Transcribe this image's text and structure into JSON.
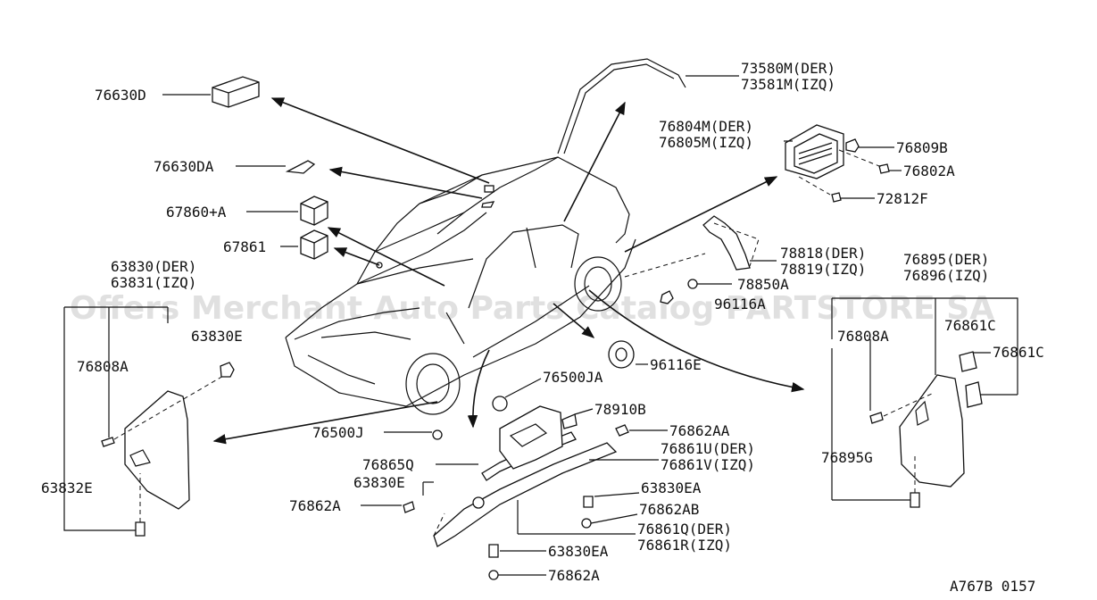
{
  "watermark": "Offers Merchant Auto Parts Catalog PARTSTORE SA",
  "diagram_code": "A767B 0157",
  "labels": {
    "p73580M": "73580M(DER)",
    "p73581M": "73581M(IZQ)",
    "p76630D": "76630D",
    "p76804M": "76804M(DER)",
    "p76805M": "76805M(IZQ)",
    "p76809B": "76809B",
    "p76802A": "76802A",
    "p72812F": "72812F",
    "p76630DA": "76630DA",
    "p67860A": "67860+A",
    "p67861": "67861",
    "p78818": "78818(DER)",
    "p78819": "78819(IZQ)",
    "p76895_der": "76895(DER)",
    "p76896": "76896(IZQ)",
    "p63830": "63830(DER)",
    "p63831": "63831(IZQ)",
    "p78850A": "78850A",
    "p96116A": "96116A",
    "p63830E_left": "63830E",
    "p76808A_left": "76808A",
    "p76808A_right": "76808A",
    "p76861C_a": "76861C",
    "p76861C_b": "76861C",
    "p96116E": "96116E",
    "p76500JA": "76500JA",
    "p78910B": "78910B",
    "p76500J": "76500J",
    "p76862AA": "76862AA",
    "p76861U": "76861U(DER)",
    "p76861V": "76861V(IZQ)",
    "p76865Q": "76865Q",
    "p63830E_mid": "63830E",
    "p63832E": "63832E",
    "p63830EA_a": "63830EA",
    "p76862A_mid": "76862A",
    "p76862AB": "76862AB",
    "p76861Q": "76861Q(DER)",
    "p76861R": "76861R(IZQ)",
    "p63830EA_b": "63830EA",
    "p76862A_bottom": "76862A",
    "p76895G": "76895G"
  }
}
